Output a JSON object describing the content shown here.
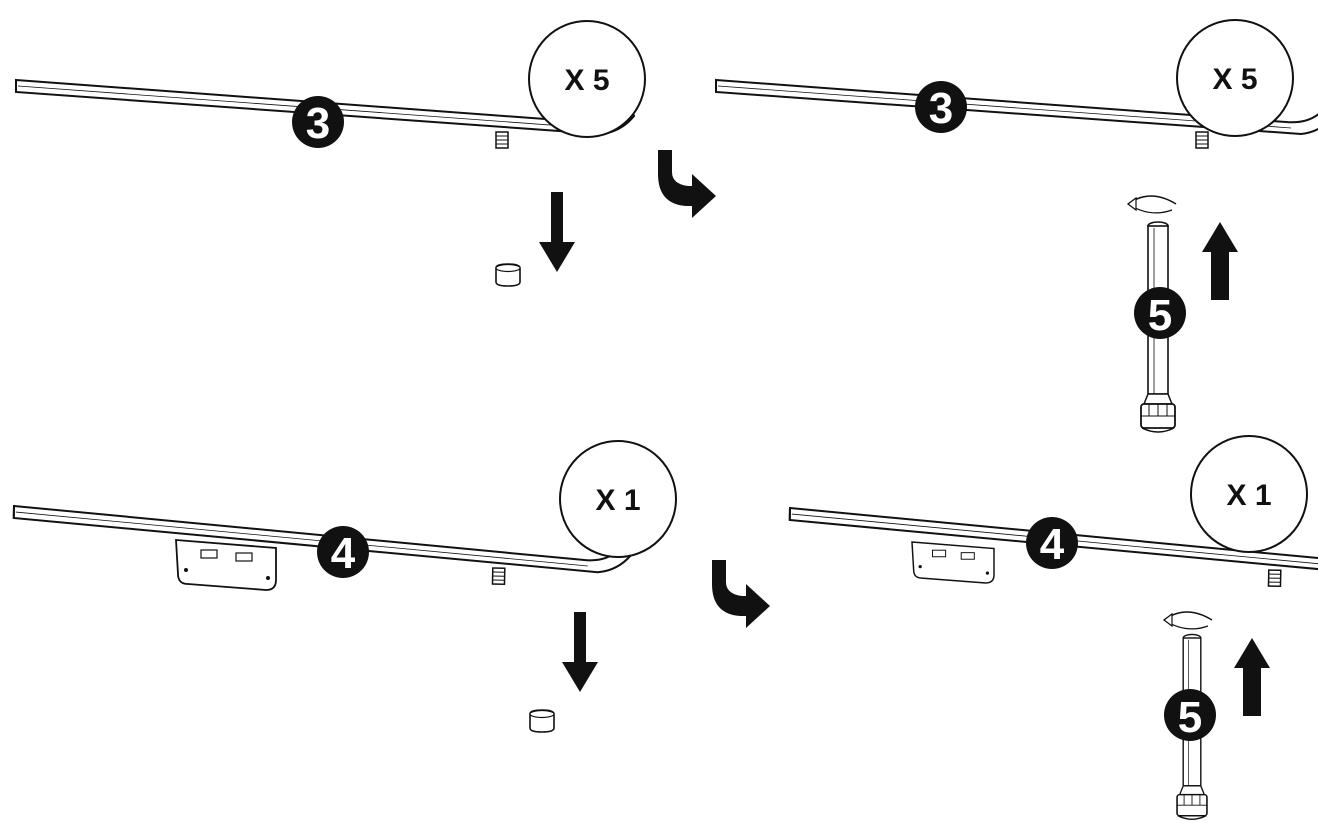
{
  "steps": [
    {
      "arm_part": "3",
      "quantity": "X 5",
      "leg_part": "5"
    },
    {
      "arm_part": "4",
      "quantity": "X 1",
      "leg_part": "5"
    }
  ],
  "icons": [
    "remove-cap-arrow-icon",
    "next-step-curved-arrow-icon",
    "rotate-screw-icon",
    "insert-up-arrow-icon"
  ],
  "colors": {
    "line": "#111111",
    "badge": "#111111",
    "background": "#ffffff"
  }
}
